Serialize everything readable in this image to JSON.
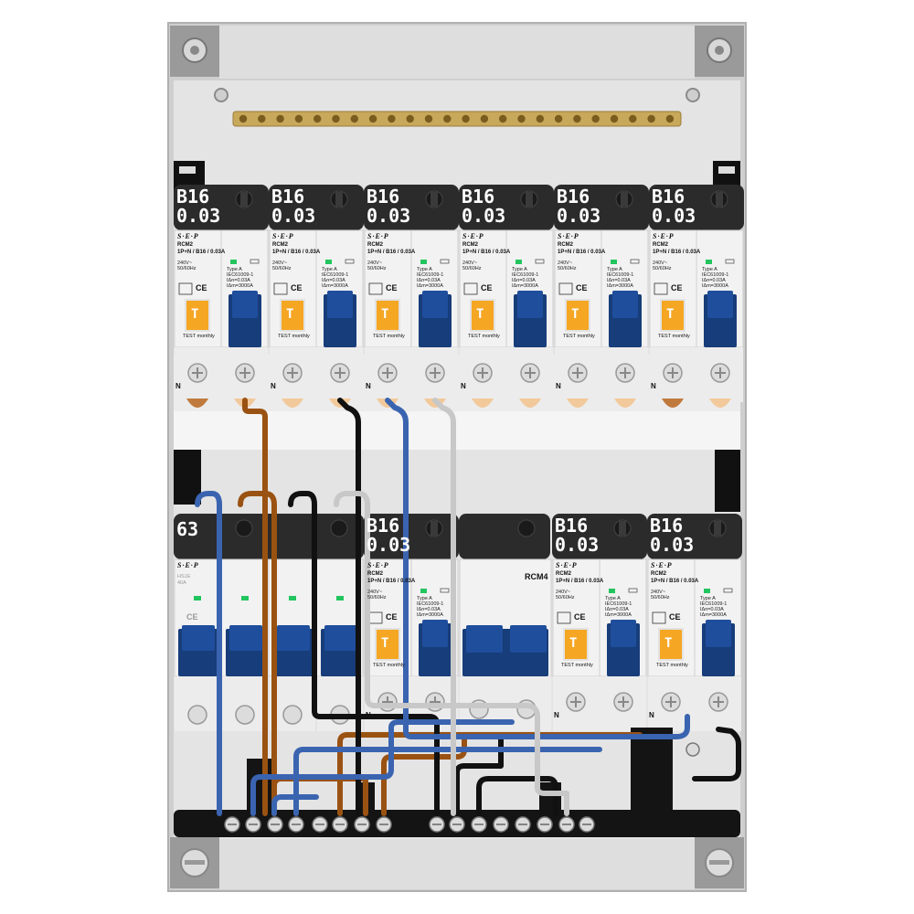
{
  "labels": {
    "rcbo_rating": "B16",
    "rcbo_sensitivity": "0.03",
    "main_rating": "63",
    "brand": "S·E·P",
    "model_line1": "RCM2",
    "model_line2": "1P+N / B16 / 0.03A",
    "voltage": "240V~",
    "frequency": "50/60Hz",
    "type": "Type A",
    "standard": "IEC61009-1",
    "idn": "IΔn=0.03A",
    "icn": "IΔm=3000A",
    "test": "TEST monthly",
    "test_button": "T",
    "neutral_mark": "N",
    "main_model": "HS1E",
    "main_current": "40A",
    "rcm4": "RCM4"
  },
  "colors": {
    "enclosure": "#d4d4d4",
    "din_rail": "#e6e6e6",
    "busbar": "#c8a85a",
    "breaker_face": "#f2f2f2",
    "breaker_label": "#2b2b2b",
    "toggle_blue": "#1f4e9c",
    "test_orange": "#f5a623",
    "led_green": "#22c55e",
    "wire_blue": "#3a64b0",
    "wire_brown": "#9a5212",
    "wire_black": "#111111",
    "wire_grey": "#c8c8c8",
    "terminal_strip": "#141414"
  }
}
